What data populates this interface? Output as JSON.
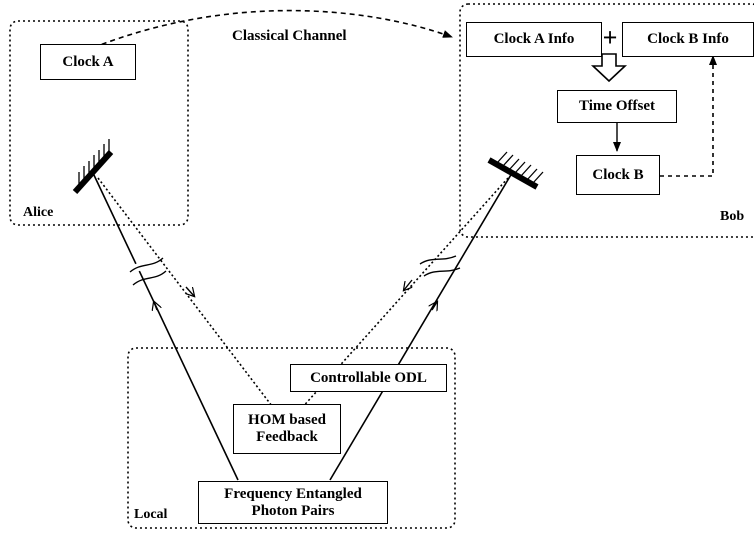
{
  "alice": {
    "region_label": "Alice",
    "clock_label": "Clock A"
  },
  "bob": {
    "region_label": "Bob",
    "clock_a_info": "Clock A Info",
    "plus_symbol": "+",
    "clock_b_info": "Clock B Info",
    "time_offset": "Time Offset",
    "clock_b": "Clock B"
  },
  "channel": {
    "label": "Classical Channel"
  },
  "local": {
    "region_label": "Local",
    "odl_label": "Controllable ODL",
    "hom_line1": "HOM based",
    "hom_line2": "Feedback",
    "source_line1": "Frequency Entangled",
    "source_line2": "Photon Pairs"
  }
}
